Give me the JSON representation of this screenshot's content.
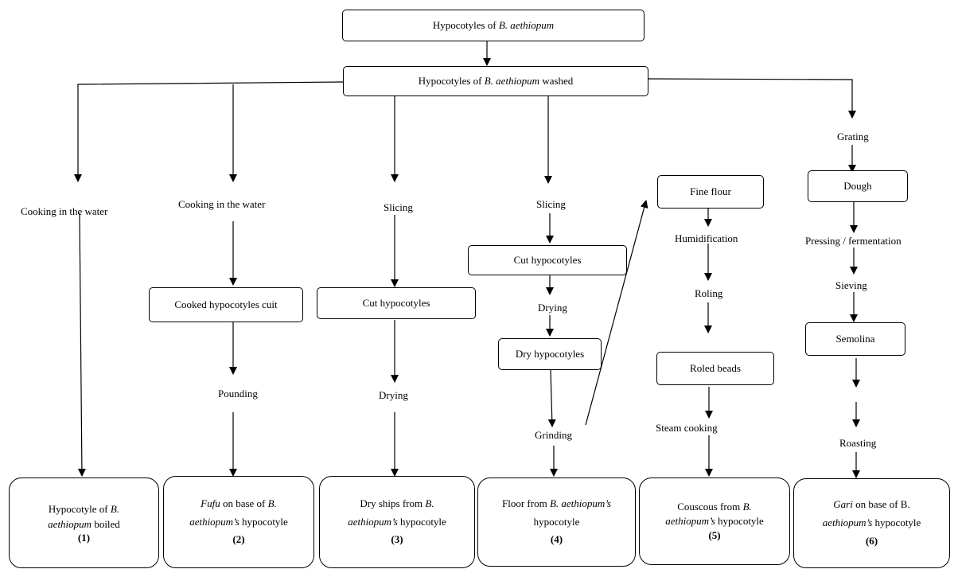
{
  "top": {
    "raw": {
      "prefix": "Hypocotyles of ",
      "species": "B. aethiopum"
    },
    "washed": {
      "prefix": "Hypocotyles of ",
      "species": "B. aethiopum",
      "suffix": " washed"
    }
  },
  "steps": {
    "c1_cooking": "Cooking in the water",
    "c2_cooking": "Cooking in the water",
    "c2_cooked_box": "Cooked hypocotyles cuit",
    "c2_pounding": "Pounding",
    "c3_slicing": "Slicing",
    "c3_cut_box": "Cut hypocotyles",
    "c3_drying": "Drying",
    "c4_slicing": "Slicing",
    "c4_cut_box": "Cut hypocotyles",
    "c4_drying": "Drying",
    "c4_dry_box": "Dry hypocotyles",
    "c4_grinding": "Grinding",
    "c5_fine_flour_box": "Fine flour",
    "c5_humidification": "Humidification",
    "c5_roling": "Roling",
    "c5_roled_beads_box": "Roled beads",
    "c5_steam": "Steam cooking",
    "c6_grating": "Grating",
    "c6_dough_box": "Dough",
    "c6_pressing": "Pressing / fermentation",
    "c6_sieving": "Sieving",
    "c6_semolina_box": "Semolina",
    "c6_roasting": "Roasting"
  },
  "products": {
    "p1": {
      "line1_a": "Hypocotyle of ",
      "line1_b": "B.",
      "line2_a": "aethiopum",
      "line2_b": " boiled",
      "num": "(1)"
    },
    "p2": {
      "line1_a": "Fufu",
      "line1_b": " on base of ",
      "line1_c": "B.",
      "line2_a": "aethiopum’s",
      "line2_b": " hypocotyle",
      "num": "(2)"
    },
    "p3": {
      "line1_a": "Dry ships from ",
      "line1_b": "B.",
      "line2_a": "aethiopum’s",
      "line2_b": " hypocotyle",
      "num": "(3)"
    },
    "p4": {
      "line1_a": "Floor from ",
      "line1_b": "B. aethiopum’s",
      "line2_a": "hypocotyle",
      "num": "(4)"
    },
    "p5": {
      "line1_a": "Couscous from ",
      "line1_b": "B.",
      "line2_a": "aethiopum’s",
      "line2_b": " hypocotyle",
      "num": "(5)"
    },
    "p6": {
      "line1_a": "Gari",
      "line1_b": " on base of B.",
      "line2_a": "aethiopum’s",
      "line2_b": " hypocotyle",
      "num": "(6)"
    }
  }
}
